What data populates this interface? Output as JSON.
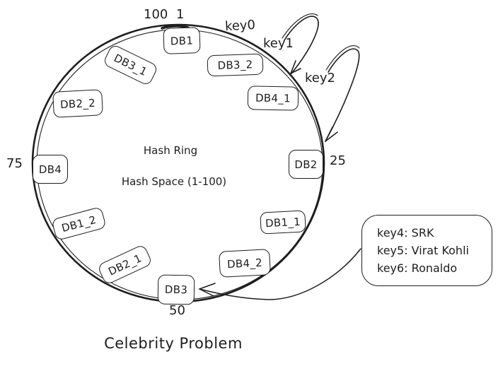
{
  "diagram": {
    "title": "Celebrity Problem",
    "center": {
      "line1": "Hash Ring",
      "line2": "Hash Space (1-100)"
    },
    "marks": {
      "m100": "100",
      "m1": "1",
      "m25": "25",
      "m50": "50",
      "m75": "75"
    },
    "nodes": [
      {
        "label": "DB1"
      },
      {
        "label": "DB3_2"
      },
      {
        "label": "DB3_1"
      },
      {
        "label": "DB2_2"
      },
      {
        "label": "DB4"
      },
      {
        "label": "DB1_2"
      },
      {
        "label": "DB2_1"
      },
      {
        "label": "DB3"
      },
      {
        "label": "DB4_2"
      },
      {
        "label": "DB1_1"
      },
      {
        "label": "DB2"
      },
      {
        "label": "DB4_1"
      }
    ],
    "keys": [
      {
        "label": "key0"
      },
      {
        "label": "key1"
      },
      {
        "label": "key2"
      }
    ],
    "callout": {
      "lines": [
        "key4: SRK",
        "key5: Virat Kohli",
        "key6: Ronaldo"
      ]
    },
    "colors": {
      "stroke": "#1e1e1e",
      "background": "#ffffff"
    }
  }
}
